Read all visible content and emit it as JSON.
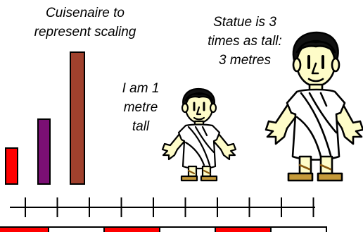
{
  "captions": {
    "cuisenaire": [
      "Cuisenaire to",
      "represent scaling"
    ],
    "statue": [
      "Statue is 3",
      "times as tall:",
      "3 metres"
    ],
    "man": [
      "I am 1",
      "metre",
      "tall"
    ]
  },
  "rods": [
    {
      "name": "small",
      "units": 1,
      "color": "#ff0000"
    },
    {
      "name": "medium",
      "units": 2,
      "color": "#7b0f74"
    },
    {
      "name": "large",
      "units": 3,
      "color": "#a0412d"
    }
  ],
  "scale": {
    "tick_count": 10,
    "segments": [
      "red",
      "white",
      "red",
      "white",
      "red",
      "white"
    ],
    "colors": {
      "red": "#ff0000",
      "white": "#ffffff"
    }
  },
  "figures": {
    "person": {
      "height_m": 1,
      "icon": "roman-toga-man-icon"
    },
    "statue": {
      "height_m": 3,
      "icon": "roman-toga-statue-icon"
    }
  },
  "colors": {
    "skin": "#fefcc8",
    "hair": "#111111",
    "sandal": "#c59a3a"
  }
}
